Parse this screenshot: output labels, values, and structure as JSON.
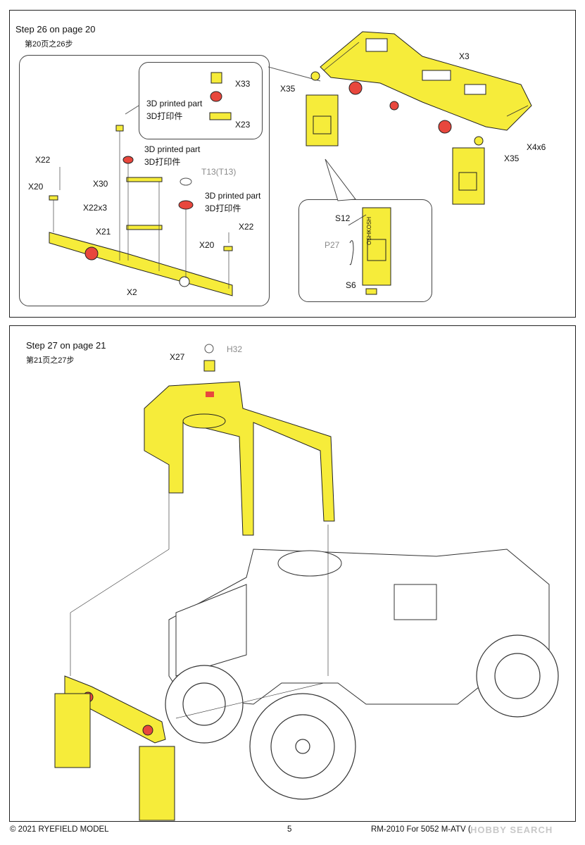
{
  "step26": {
    "title": "Step 26 on page 20",
    "subtitle": "第20页之26步",
    "labels": {
      "x33": "X33",
      "x23": "X23",
      "printed1": "3D printed part",
      "printed1_cn": "3D打印件",
      "printed2": "3D printed part",
      "printed2_cn": "3D打印件",
      "t13": "T13(T13)",
      "printed3": "3D printed part",
      "printed3_cn": "3D打印件",
      "x22_left": "X22",
      "x20_left": "X20",
      "x30": "X30",
      "x22x3": "X22x3",
      "x21": "X21",
      "x22_right": "X22",
      "x20_right": "X20",
      "x2": "X2",
      "x3": "X3",
      "x35_left": "X35",
      "x35_right": "X35",
      "x4x6": "X4x6",
      "s12": "S12",
      "p27": "P27",
      "s6": "S6"
    },
    "flap_text": "OSHKOSH"
  },
  "step27": {
    "title": "Step 27 on page 21",
    "subtitle": "第21页之27步",
    "labels": {
      "x27": "X27",
      "h32": "H32"
    }
  },
  "footer": {
    "copyright": "© 2021 RYEFIELD MODEL",
    "page": "5",
    "product": "RM-2010 For 5052 M-ATV (",
    "watermark": "HOBBY SEARCH"
  },
  "colors": {
    "part_yellow": "#f6ec3a",
    "printed_red": "#e8473d",
    "outline": "#222222"
  }
}
